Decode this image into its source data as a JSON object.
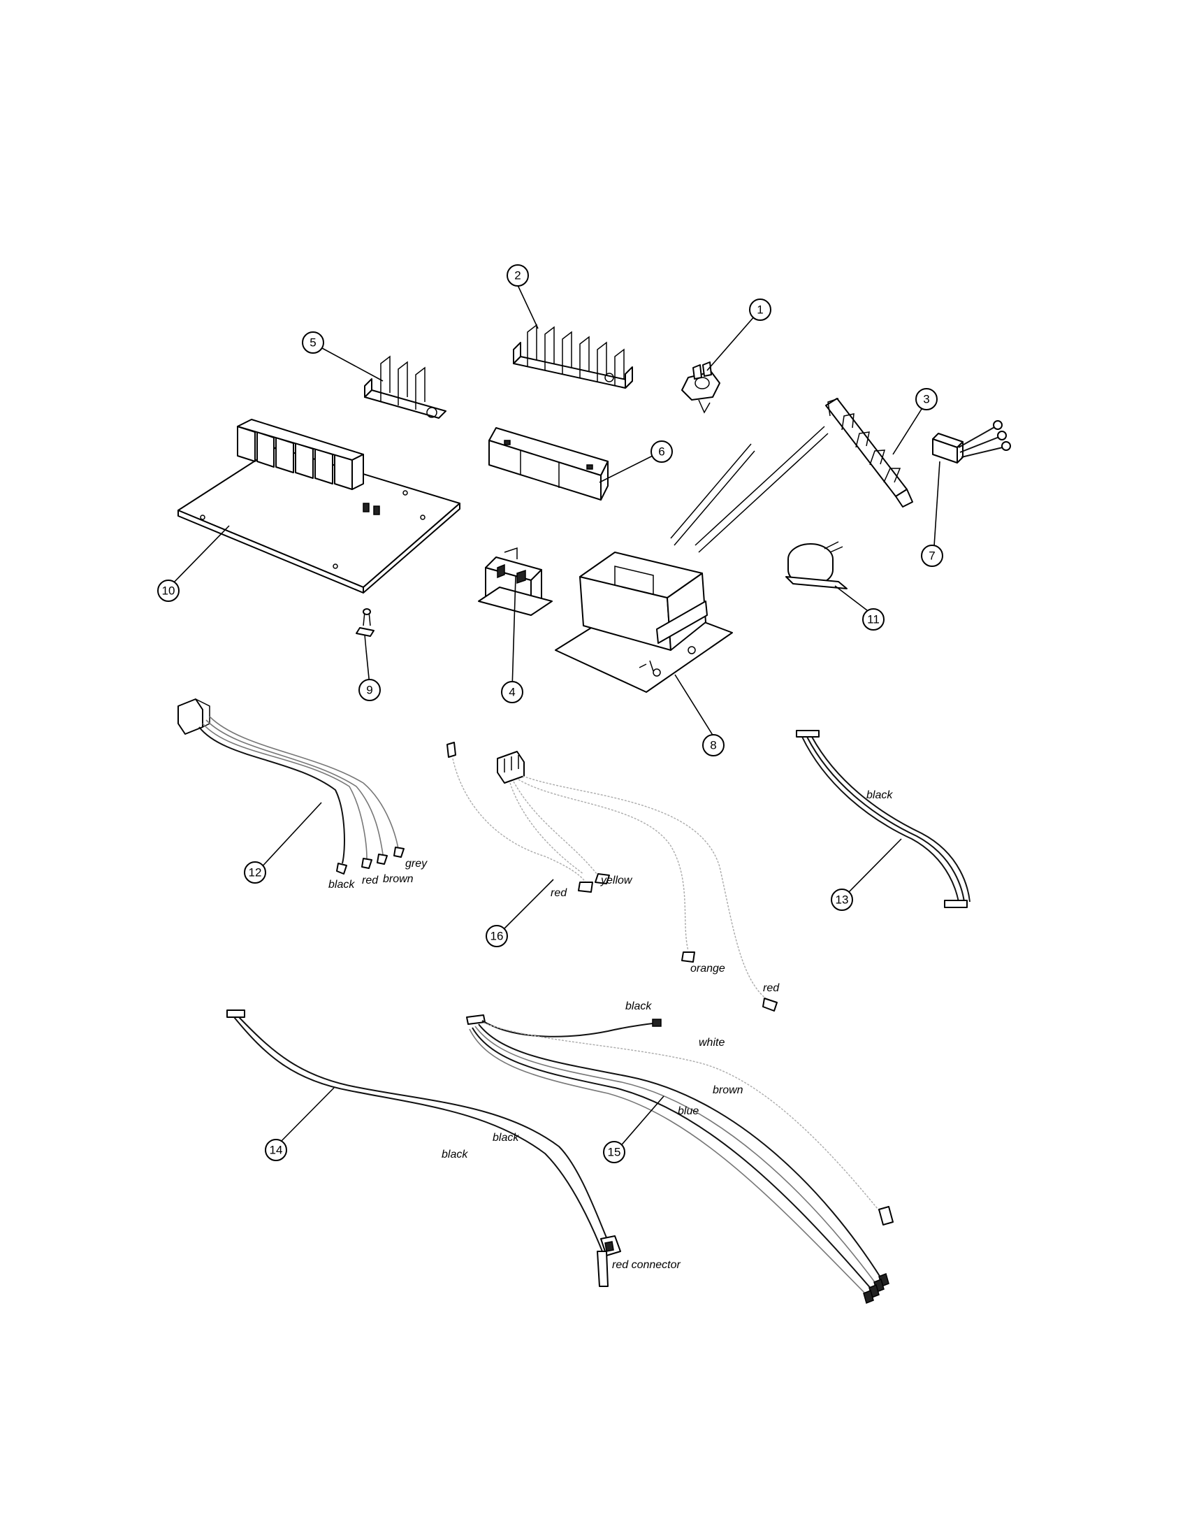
{
  "callouts": {
    "c1": "1",
    "c2": "2",
    "c3": "3",
    "c4": "4",
    "c5": "5",
    "c6": "6",
    "c7": "7",
    "c8": "8",
    "c9": "9",
    "c10": "10",
    "c11": "11",
    "c12": "12",
    "c13": "13",
    "c14": "14",
    "c15": "15",
    "c16": "16"
  },
  "wire_labels": {
    "h12_black": "black",
    "h12_red": "red",
    "h12_brown": "brown",
    "h12_grey": "grey",
    "h16_red_short": "red",
    "h16_yellow": "yellow",
    "h16_orange": "orange",
    "h16_red_long": "red",
    "h13_black": "black",
    "h14_black_upper": "black",
    "h14_black_lower": "black",
    "h14_red_connector": "red connector",
    "h15_black": "black",
    "h15_white": "white",
    "h15_brown": "brown",
    "h15_blue": "blue"
  }
}
